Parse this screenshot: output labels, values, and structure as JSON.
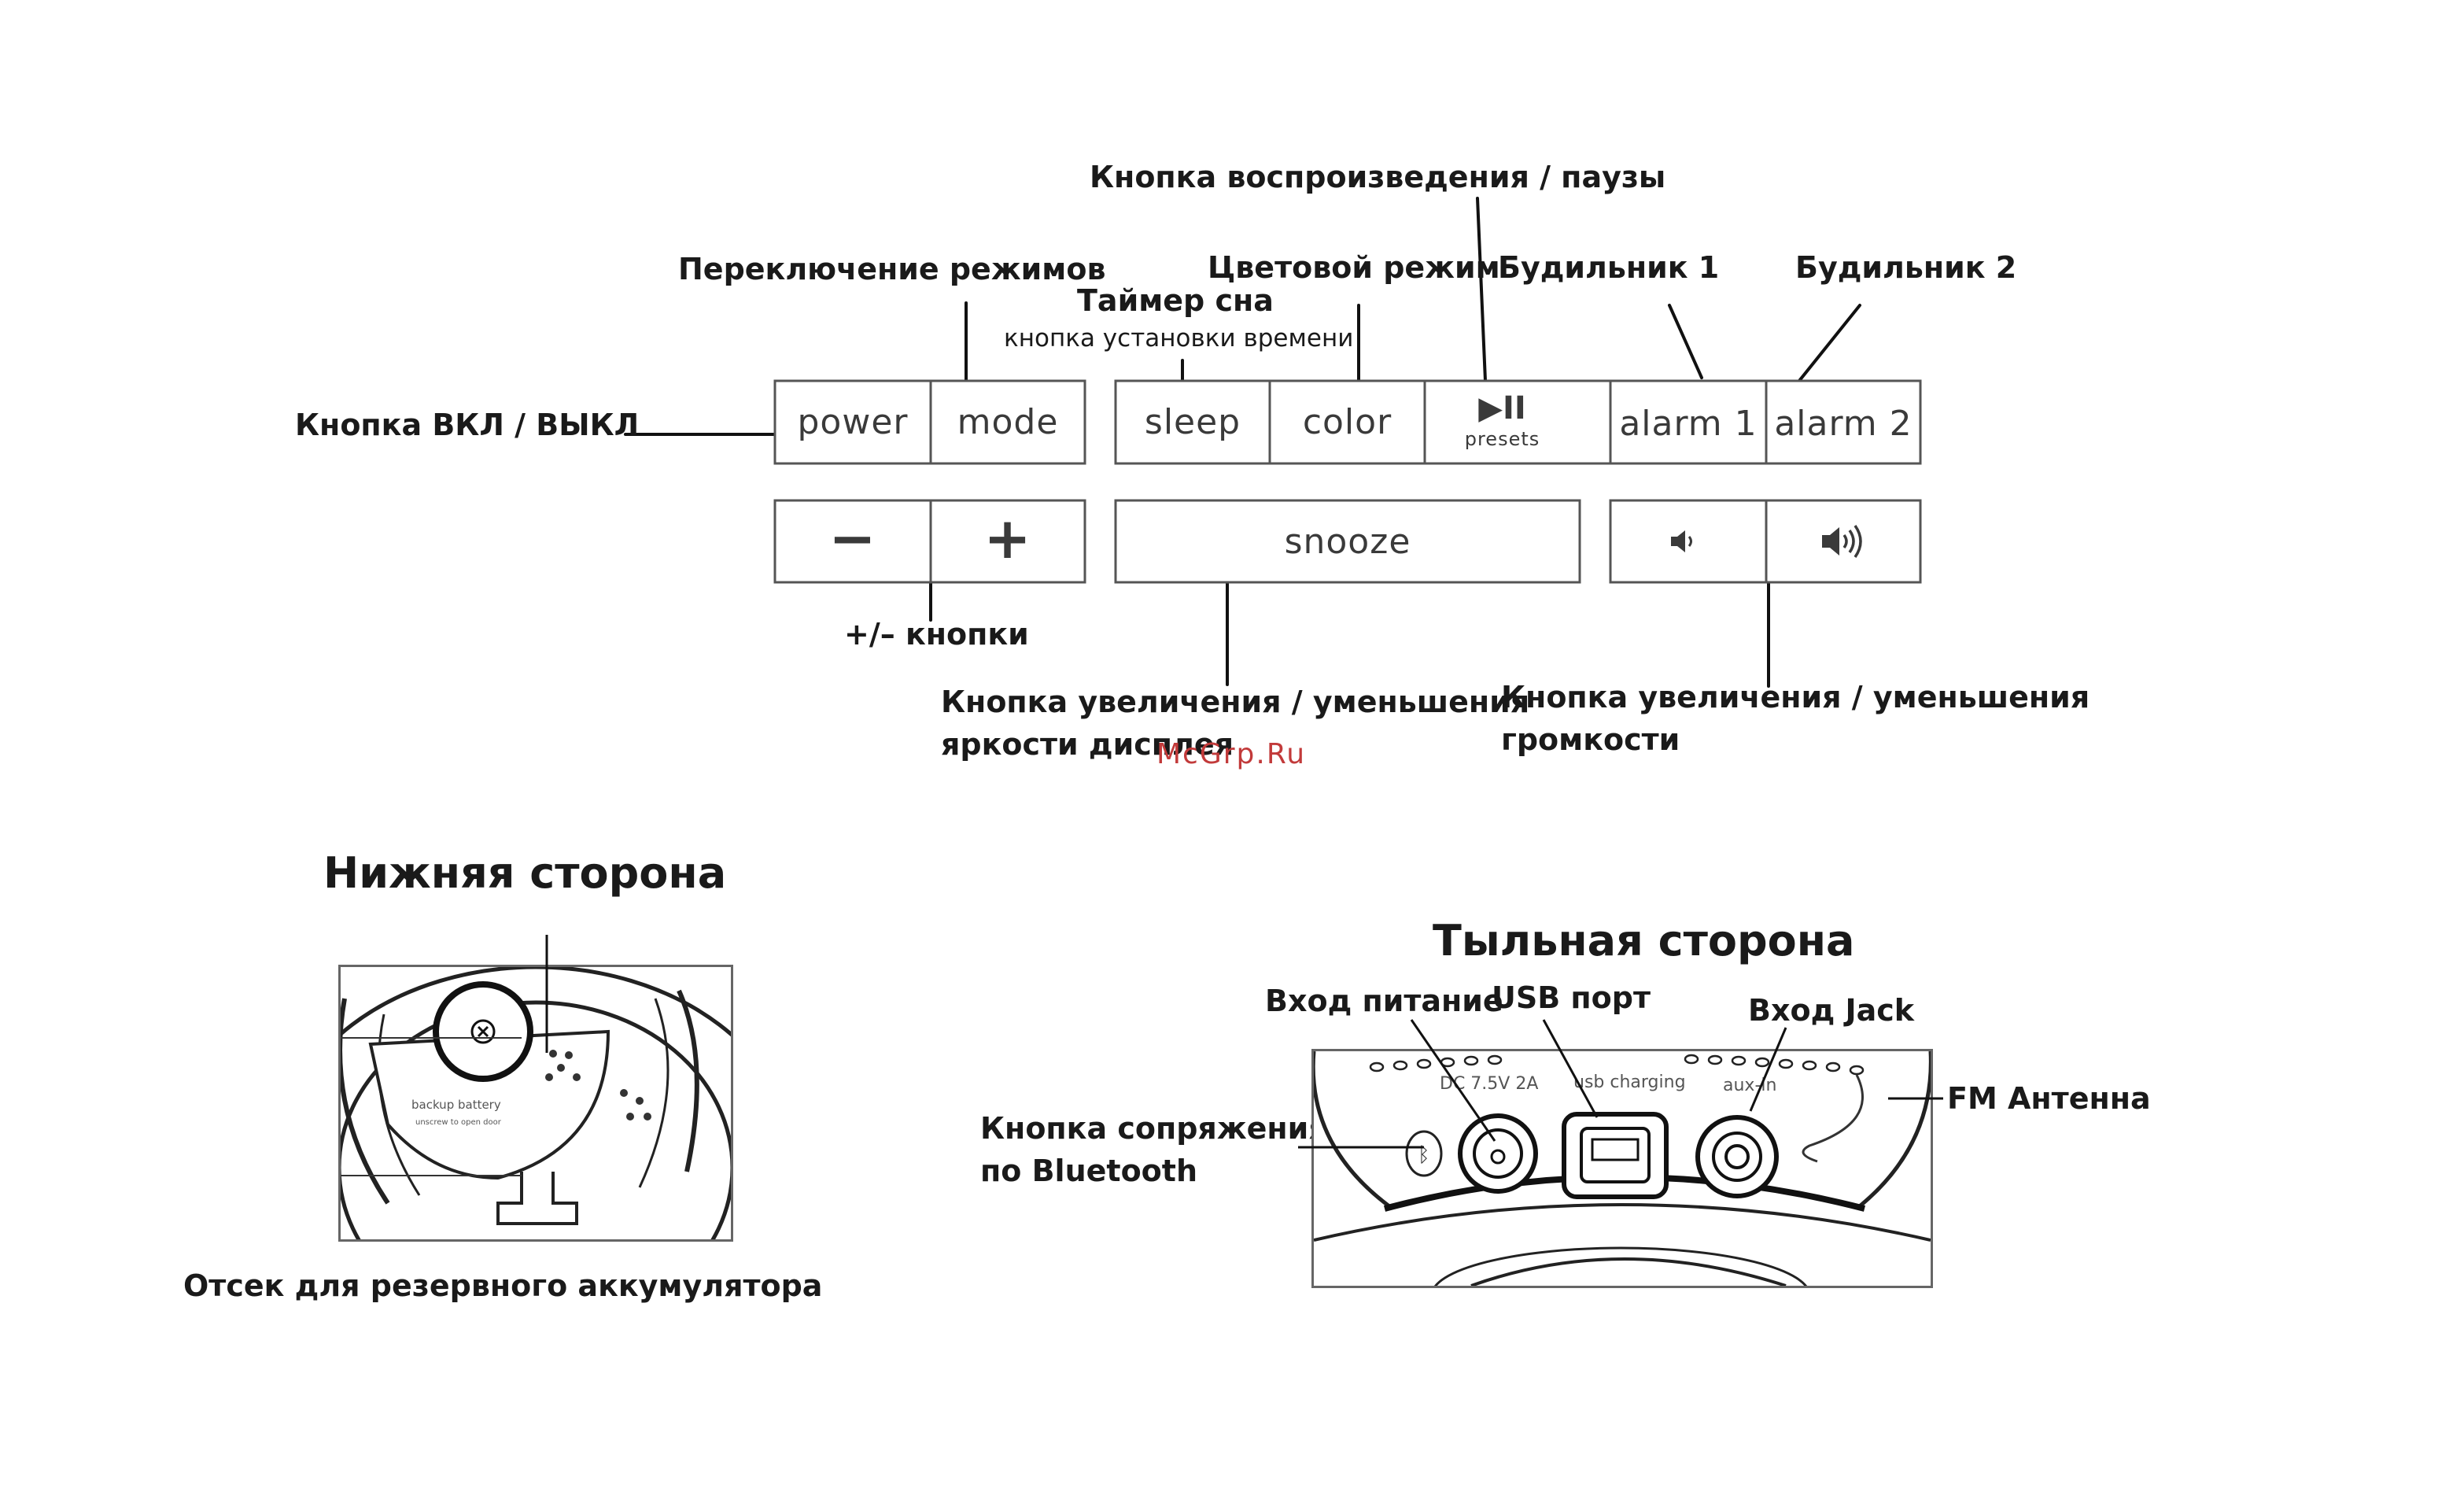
{
  "labels": {
    "playback": "Кнопка воспроизведения / паузы",
    "mode_switch": "Переключение режимов",
    "color_mode": "Цветовой режим",
    "alarm1": "Будильник 1",
    "alarm2": "Будильник 2",
    "sleep_timer": "Таймер сна",
    "time_set": "кнопка установки времени",
    "power_onoff": "Кнопка ВКЛ / ВЫКЛ",
    "plus_minus": "+/– кнопки",
    "brightness_line1": "Кнопка увеличения / уменьшения",
    "brightness_line2": "яркости дисплея",
    "volume_line1": "Кнопка увеличения / уменьшения",
    "volume_line2": "громкости"
  },
  "buttons": {
    "power": "power",
    "mode": "mode",
    "sleep": "sleep",
    "color": "color",
    "play_pause": "▶II",
    "presets": "presets",
    "alarm1": "alarm 1",
    "alarm2": "alarm 2",
    "minus": "−",
    "plus": "+",
    "snooze": "snooze",
    "vol_down_icon": "speaker-low-icon",
    "vol_up_icon": "speaker-high-icon"
  },
  "bottom_section": {
    "title": "Нижняя сторона",
    "caption": "Отсек для резервного аккумулятора",
    "photo_text": "backup battery",
    "photo_subtext": "unscrew to open door"
  },
  "back_section": {
    "title": "Тыльная сторона",
    "power_input": "Вход питание",
    "usb_port": "USB порт",
    "jack_input": "Вход Jack",
    "fm_antenna": "FM Антенна",
    "bluetooth_line1": "Кнопка сопряжения",
    "bluetooth_line2": "по Bluetooth",
    "port_dc": "DC 7.5V 2A",
    "port_usb": "usb charging",
    "port_aux": "aux-in"
  },
  "watermark": "McGrp.Ru",
  "colors": {
    "watermark": "#c23a3a",
    "text": "#1a1a1a",
    "line": "#111111"
  }
}
